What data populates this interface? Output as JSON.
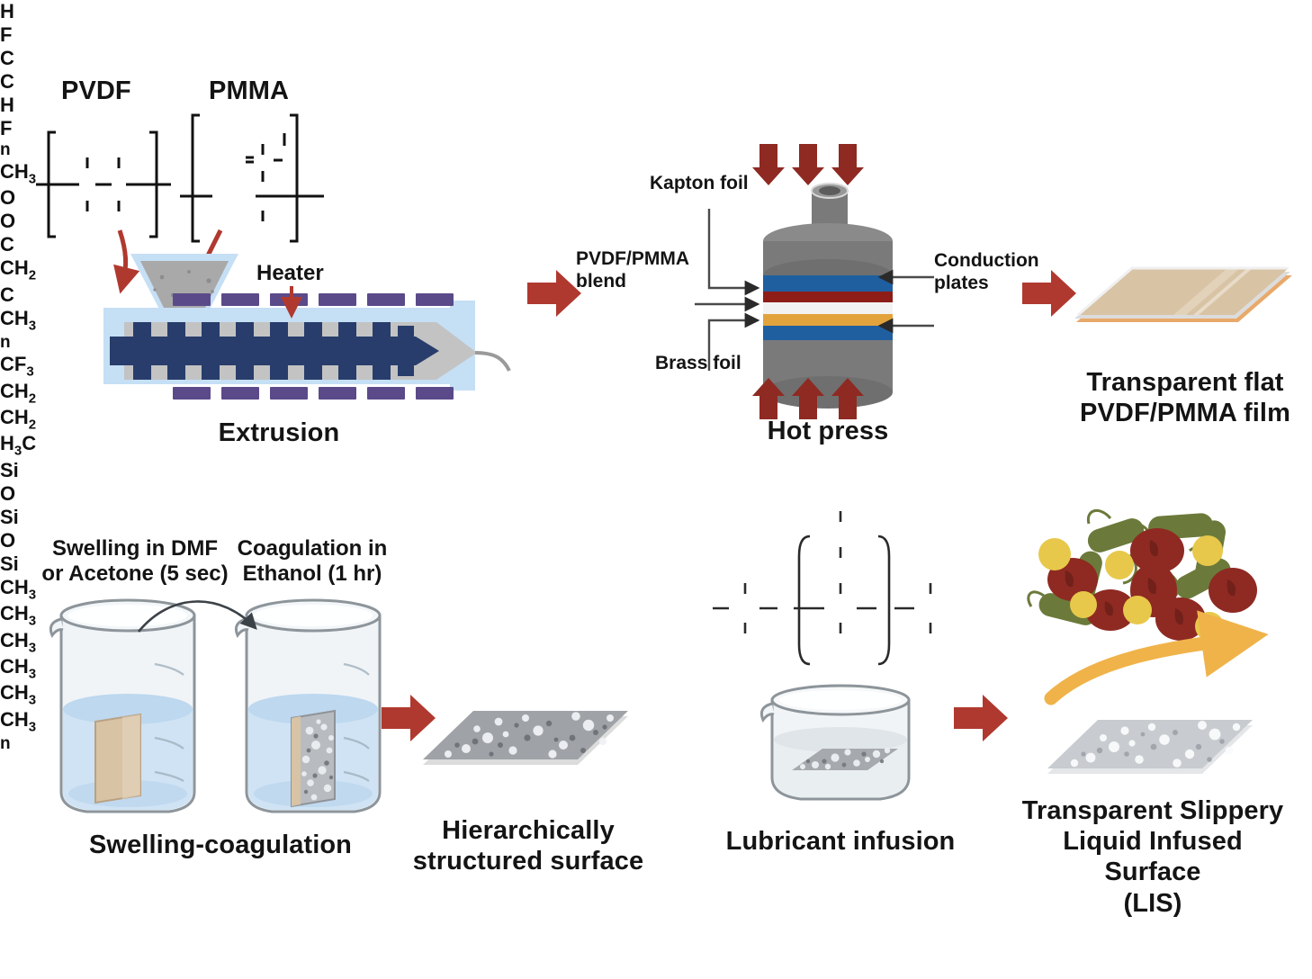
{
  "figure": {
    "title": "Fabrication of transparent slippery liquid infused surface from PVDF/PMMA blend",
    "accent_red": "#b0392f",
    "heater_purple": "#5b4a8a",
    "screw_navy": "#283d6b",
    "barrel_blue": "#c5dff5",
    "film_tan": "#d8c3a5",
    "lubricant_orange": "#f0b košík"
  },
  "step1": {
    "pvdf_title": "PVDF",
    "pmma_title": "PMMA",
    "heater_label": "Heater",
    "caption": "Extrusion",
    "pvdf_atoms": {
      "top_left": "H",
      "top_right": "F",
      "center_left": "C",
      "center_right": "C",
      "bottom_left": "H",
      "bottom_right": "F",
      "repeat": "n"
    },
    "pmma_atoms": {
      "methoxy": "CH",
      "methoxy_sub": "3",
      "carbonyl_o": "O",
      "ester_o": "O",
      "carbonyl_c": "C",
      "backbone_ch2": "CH",
      "backbone_ch2_sub": "2",
      "backbone_c": "C",
      "alpha_methyl": "CH",
      "alpha_methyl_sub": "3",
      "repeat": "n"
    }
  },
  "step2": {
    "caption": "Hot press",
    "labels": {
      "kapton": "Kapton foil",
      "blend": "PVDF/PMMA\nblend",
      "brass": "Brass foil",
      "plates": "Conduction\nplates"
    },
    "layers": [
      {
        "name": "conduction-plate-top",
        "color": "#1f5fa0"
      },
      {
        "name": "kapton-foil",
        "color": "#8e1d18"
      },
      {
        "name": "pvdf-pmma-blend",
        "color": "#f2f2f2"
      },
      {
        "name": "brass-foil",
        "color": "#e2a33c"
      },
      {
        "name": "conduction-plate-bottom",
        "color": "#1f5fa0"
      }
    ]
  },
  "step3": {
    "caption": "Transparent flat\nPVDF/PMMA film"
  },
  "step4": {
    "beaker1_label": "Swelling in DMF\nor Acetone (5 sec)",
    "beaker2_label": "Coagulation in\nEthanol (1 hr)",
    "caption": "Swelling-coagulation"
  },
  "step5": {
    "caption": "Hierarchically\nstructured surface"
  },
  "step6": {
    "caption": "Lubricant infusion",
    "oil_atoms": {
      "cf3": "CF",
      "cf3_sub": "3",
      "ch2_upper": "CH",
      "ch2_upper_sub": "2",
      "ch2_lower": "CH",
      "ch2_lower_sub": "2",
      "h3c": "H",
      "h3c_sub": "3",
      "h3c_rest": "C",
      "si": "Si",
      "o": "O",
      "ch3": "CH",
      "ch3_sub": "3",
      "repeat": "n"
    }
  },
  "step7": {
    "caption": "Transparent Slippery\nLiquid Infused Surface\n(LIS)",
    "microbes": {
      "rod_color": "#6b7a3a",
      "ellipse_color": "#8e2a22",
      "coccus_color": "#e8c84a",
      "repel_arrow_color": "#f0b council"
    }
  }
}
